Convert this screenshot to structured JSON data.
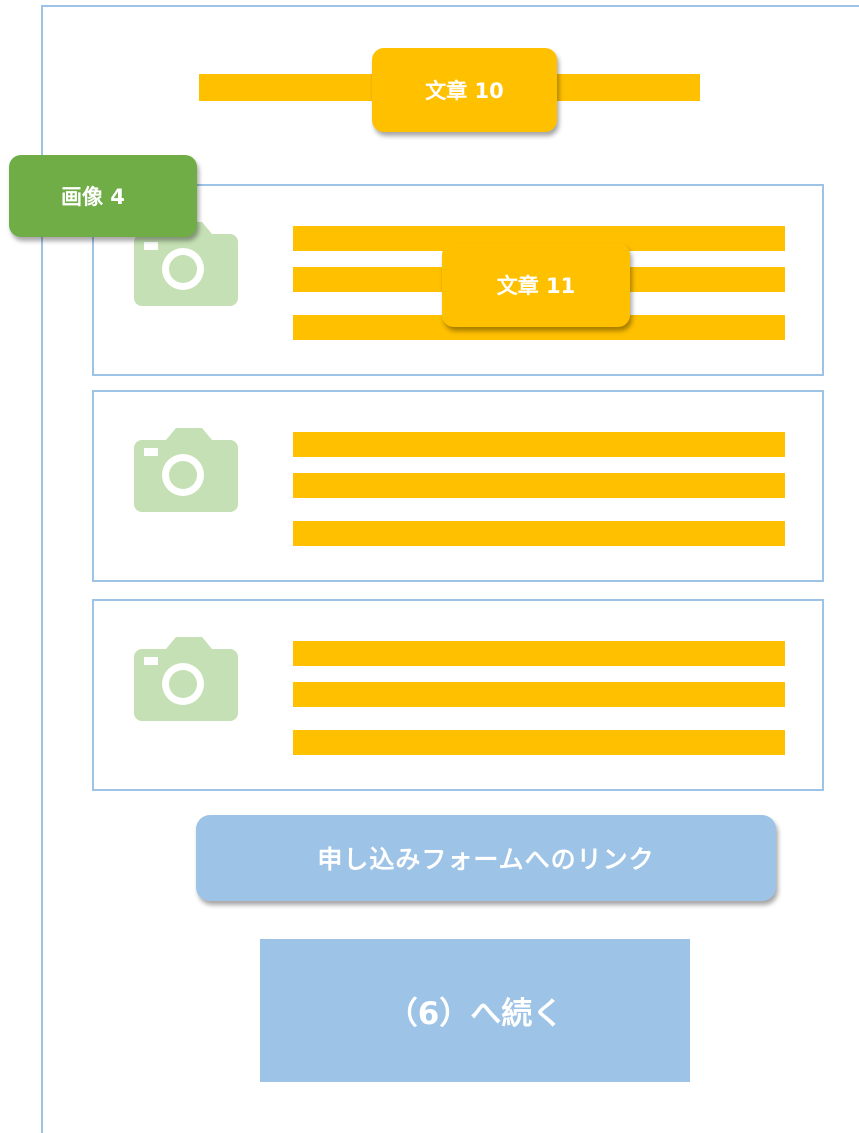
{
  "text_blocks": {
    "block10_label": "文章 10",
    "block11_label": "文章 11"
  },
  "image_tag": {
    "label": "画像 4"
  },
  "cards": [
    {
      "icon": "camera-icon"
    },
    {
      "icon": "camera-icon"
    },
    {
      "icon": "camera-icon"
    }
  ],
  "link_button": {
    "label": "申し込みフォームへのリンク"
  },
  "continue": {
    "label": "（6）へ続く"
  },
  "colors": {
    "text_bar": "#ffc000",
    "image_tag": "#70ad47",
    "camera": "#c5e0b4",
    "border": "#9dc3e6",
    "button": "#9dc3e6"
  }
}
